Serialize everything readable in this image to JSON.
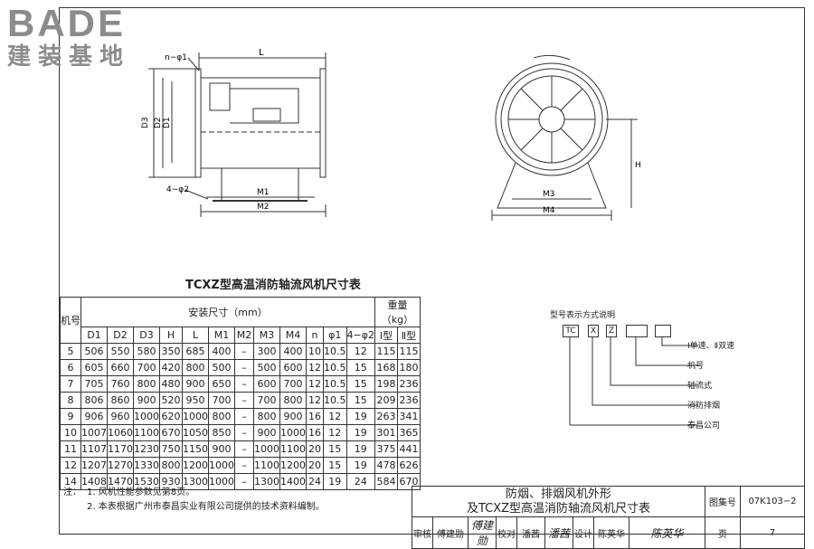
{
  "logo": {
    "brand": "BADE",
    "brand_cn": "建装基地"
  },
  "side_labels": {
    "n_phi1": "n−φ1",
    "L": "L",
    "D3": "D3",
    "D2": "D2",
    "D1": "D1",
    "four_phi2": "4−φ2",
    "M1": "M1",
    "M2": "M2"
  },
  "front_labels": {
    "H": "H",
    "M3": "M3",
    "M4": "M4"
  },
  "table": {
    "title": "TCXZ型高温消防轴流风机尺寸表",
    "col_model": "机号",
    "group_install": "安装尺寸（mm）",
    "group_weight": "重量（kg）",
    "cols": [
      "D1",
      "D2",
      "D3",
      "H",
      "L",
      "M1",
      "M2",
      "M3",
      "M4",
      "n",
      "φ1",
      "4−φ2"
    ],
    "weight_cols": [
      "Ⅰ型",
      "Ⅱ型"
    ],
    "rows": [
      [
        "5",
        "506",
        "550",
        "580",
        "350",
        "685",
        "400",
        "–",
        "300",
        "400",
        "10",
        "10.5",
        "12",
        "115",
        "115"
      ],
      [
        "6",
        "605",
        "660",
        "700",
        "420",
        "800",
        "500",
        "–",
        "500",
        "600",
        "12",
        "10.5",
        "15",
        "168",
        "180"
      ],
      [
        "7",
        "705",
        "760",
        "800",
        "480",
        "900",
        "650",
        "–",
        "600",
        "700",
        "12",
        "10.5",
        "15",
        "198",
        "236"
      ],
      [
        "8",
        "806",
        "860",
        "900",
        "520",
        "950",
        "700",
        "–",
        "700",
        "800",
        "12",
        "10.5",
        "15",
        "209",
        "236"
      ],
      [
        "9",
        "906",
        "960",
        "1000",
        "620",
        "1000",
        "800",
        "–",
        "800",
        "900",
        "16",
        "12",
        "19",
        "263",
        "341"
      ],
      [
        "10",
        "1007",
        "1060",
        "1100",
        "670",
        "1050",
        "850",
        "–",
        "900",
        "1000",
        "16",
        "12",
        "19",
        "301",
        "365"
      ],
      [
        "11",
        "1107",
        "1170",
        "1230",
        "750",
        "1150",
        "900",
        "–",
        "1000",
        "1100",
        "20",
        "15",
        "19",
        "375",
        "441"
      ],
      [
        "12",
        "1207",
        "1270",
        "1330",
        "800",
        "1200",
        "1000",
        "–",
        "1100",
        "1200",
        "20",
        "15",
        "19",
        "478",
        "626"
      ],
      [
        "14",
        "1408",
        "1470",
        "1530",
        "930",
        "1300",
        "1000",
        "–",
        "1300",
        "1400",
        "24",
        "19",
        "24",
        "584",
        "670"
      ]
    ]
  },
  "model_code": {
    "title": "型号表示方式说明",
    "boxes": [
      "TC",
      "X",
      "Z",
      "",
      ""
    ],
    "labels": [
      "Ⅰ单速、Ⅱ双速",
      "机号",
      "轴流式",
      "消防排烟",
      "泰昌公司"
    ]
  },
  "notes": {
    "label": "注：",
    "items": [
      "1. 风机性能参数见第8页。",
      "2. 本表根据广州市泰昌实业有限公司提供的技术资料编制。"
    ]
  },
  "title_block": {
    "title_line1": "防烟、排烟风机外形",
    "title_line2": "及TCXZ型高温消防轴流风机尺寸表",
    "atlas_label": "图集号",
    "atlas_no": "07K103−2",
    "review": "审核",
    "review_name": "傅建勋",
    "review_sig": "傅建勋",
    "check": "校对",
    "check_name": "潘茜",
    "check_sig": "潘茜",
    "design": "设计",
    "design_name": "陈英华",
    "design_sig": "陈英华",
    "page_label": "页",
    "page_no": "7"
  }
}
